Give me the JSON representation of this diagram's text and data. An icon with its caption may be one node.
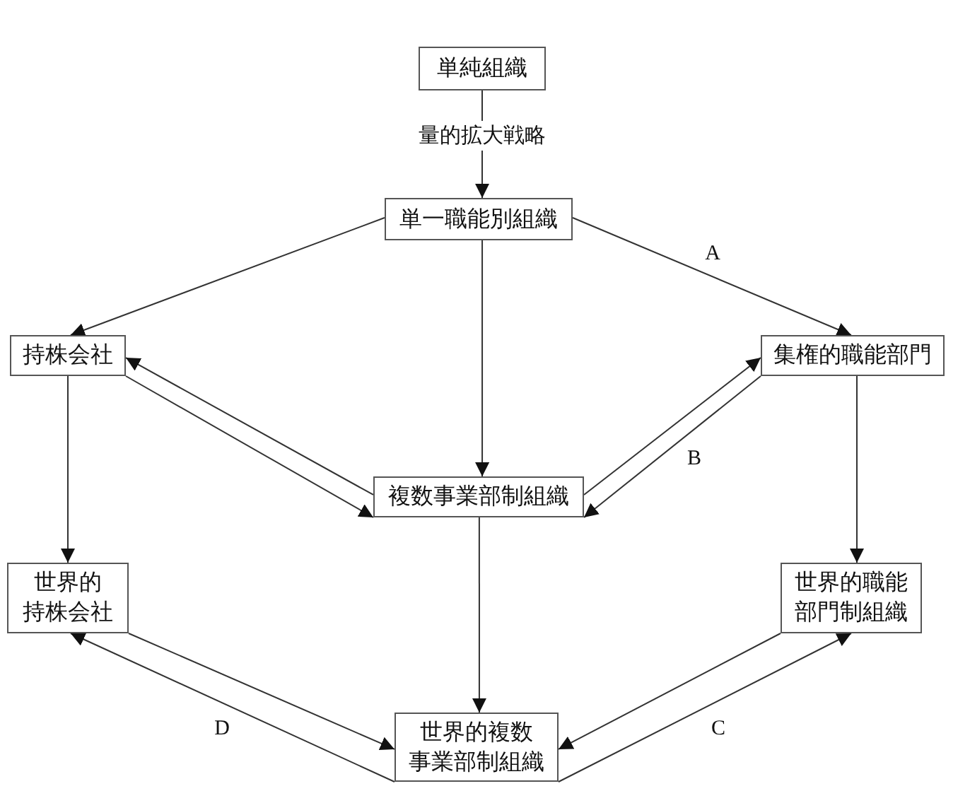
{
  "diagram": {
    "nodes": [
      {
        "text": [
          "単純組織"
        ]
      },
      {
        "text": [
          "単一職能別組織"
        ]
      },
      {
        "text": [
          "持株会社"
        ]
      },
      {
        "text": [
          "集権的職能部門"
        ]
      },
      {
        "text": [
          "複数事業部制組織"
        ]
      },
      {
        "text": [
          "世界的持株会社"
        ]
      },
      {
        "text": [
          "世界的職能部門制組織"
        ]
      },
      {
        "text": [
          "世界的複数事業部制組織"
        ]
      }
    ],
    "edges": [
      {
        "from": 0,
        "to": 1,
        "arrow": "to",
        "label": "量的拡大戦略"
      },
      {
        "from": 1,
        "to": 2,
        "arrow": "to"
      },
      {
        "from": 1,
        "to": 3,
        "arrow": "to",
        "label": "A"
      },
      {
        "from": 1,
        "to": 4,
        "arrow": "to"
      },
      {
        "from": 2,
        "to": 4,
        "arrow": "to"
      },
      {
        "from": 4,
        "to": 2,
        "arrow": "to"
      },
      {
        "from": 4,
        "to": 3,
        "arrow": "to"
      },
      {
        "from": 3,
        "to": 4,
        "arrow": "to",
        "label": "B"
      },
      {
        "from": 2,
        "to": 5,
        "arrow": "to"
      },
      {
        "from": 3,
        "to": 6,
        "arrow": "to"
      },
      {
        "from": 4,
        "to": 7,
        "arrow": "to"
      },
      {
        "from": 5,
        "to": 7,
        "arrow": "to"
      },
      {
        "from": 7,
        "to": 5,
        "arrow": "to",
        "label": "D"
      },
      {
        "from": 6,
        "to": 7,
        "arrow": "to"
      },
      {
        "from": 7,
        "to": 6,
        "arrow": "to",
        "label": "C"
      }
    ]
  }
}
